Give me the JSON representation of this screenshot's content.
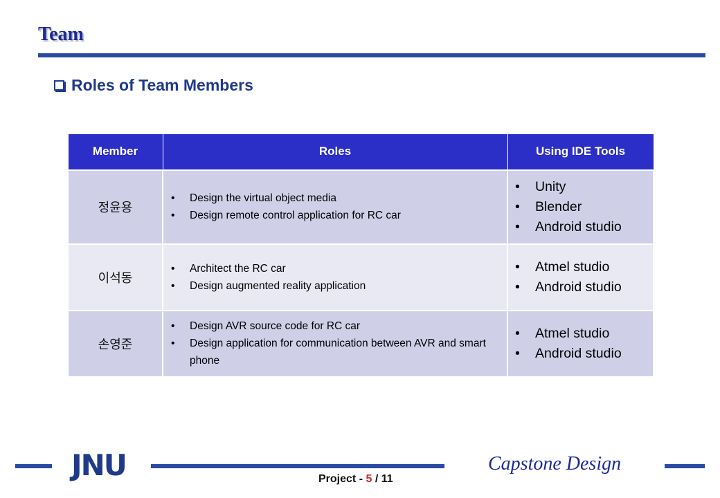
{
  "slide": {
    "title": "Team"
  },
  "section": {
    "heading": "Roles of Team Members"
  },
  "table": {
    "headers": [
      "Member",
      "Roles",
      "Using IDE Tools"
    ],
    "rows": [
      {
        "member": "정윤용",
        "roles": [
          "Design the virtual object media",
          "Design remote control application for RC car"
        ],
        "tools": [
          "Unity",
          "Blender",
          "Android studio"
        ]
      },
      {
        "member": "이석동",
        "roles": [
          "Architect the RC car",
          "Design augmented reality application"
        ],
        "tools": [
          "Atmel studio",
          "Android studio"
        ]
      },
      {
        "member": "손영준",
        "roles": [
          "Design AVR source code for RC car",
          "Design application for communication between AVR and smart phone"
        ],
        "tools": [
          "Atmel studio",
          "Android studio"
        ]
      }
    ]
  },
  "footer": {
    "logo_text": "JNU",
    "brand": "Capstone Design",
    "page_prefix": "Project - ",
    "page_current": "5",
    "page_sep": " / ",
    "page_total": "11"
  },
  "colors": {
    "title": "#1a2a9a",
    "rule": "#2a4ba3",
    "header_bg": "#2b2ec7",
    "row_odd": "#cfd0e8",
    "row_even": "#e9e9f4",
    "page_current": "#d2261e"
  }
}
